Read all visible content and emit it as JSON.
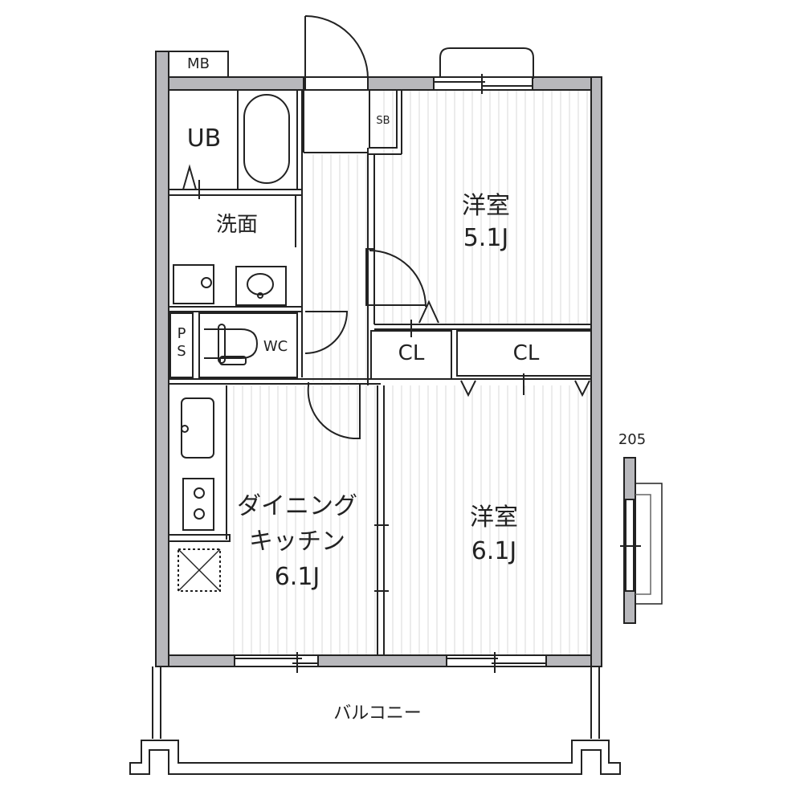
{
  "plan": {
    "unit_number": "205",
    "colors": {
      "wall_fill": "#b8b8bc",
      "line": "#222222",
      "floor_stripe": "#e6e6e6",
      "background": "#ffffff"
    },
    "labels": {
      "mb": "MB",
      "ub": "UB",
      "sb": "SB",
      "washroom": "洗面",
      "ps_p": "P",
      "ps_s": "S",
      "wc": "WC",
      "cl_small": "CL",
      "cl_large": "CL",
      "room1_type": "洋室",
      "room1_size": "5.1J",
      "room2_type": "洋室",
      "room2_size": "6.1J",
      "dk_line1": "ダイニング",
      "dk_line2": "キッチン",
      "dk_size": "6.1J",
      "balcony": "バルコニー"
    }
  }
}
